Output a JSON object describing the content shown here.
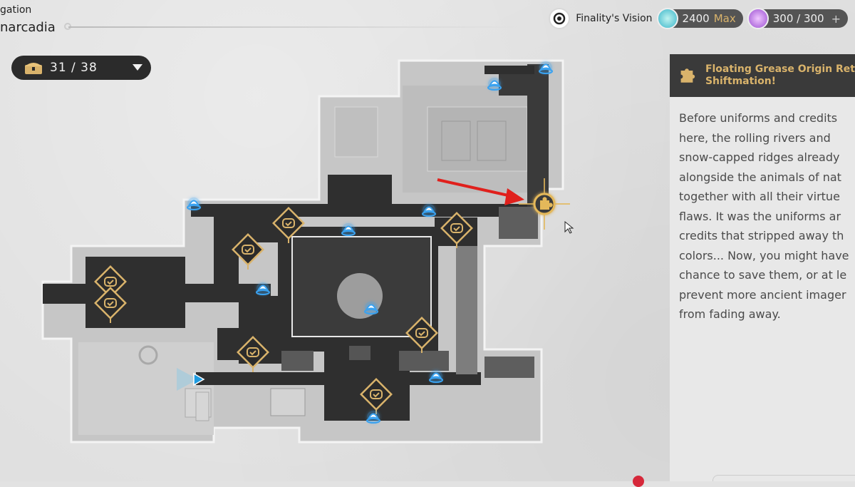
{
  "location": {
    "category": "gation",
    "name": "narcadia"
  },
  "chest_counter": {
    "text": "31 / 38",
    "icon": "treasure-chest-icon"
  },
  "top_bar": {
    "vision_label": "Finality's Vision",
    "vision_icon": "finality-vision-icon",
    "power": {
      "value": "2400",
      "max_label": "Max",
      "icon": "trailblaze-power-icon"
    },
    "reserve": {
      "value": "300 / 300",
      "plus": "+",
      "icon": "reserved-power-icon"
    }
  },
  "detail_panel": {
    "icon": "puzzle-piece-icon",
    "title": "Floating Grease Origin Ret\nShiftmation!",
    "description": "Before uniforms and credits\nhere, the rolling rivers and\nsnow-capped ridges already\nalongside the animals of nat\ntogether with all their virtue\nflaws. It was the uniforms ar\ncredits that stripped away th\ncolors... Now, you might have\nchance to save them, or at le\nprevent more ancient imager\nfrom fading away."
  },
  "colors": {
    "gold": "#d9b36b",
    "blue_marker": "#3aa2f0",
    "annotation_arrow": "#e0201c",
    "map_dark": "#2e2e2e",
    "map_light": "#c9c9c9"
  },
  "map_markers": {
    "diamond_icon": "origami-bird-icon",
    "blue_icon": "space-anchor-icon",
    "selected_icon": "puzzle-piece-icon",
    "player_icon": "player-arrow-icon",
    "cursor_icon": "mouse-cursor-icon"
  }
}
